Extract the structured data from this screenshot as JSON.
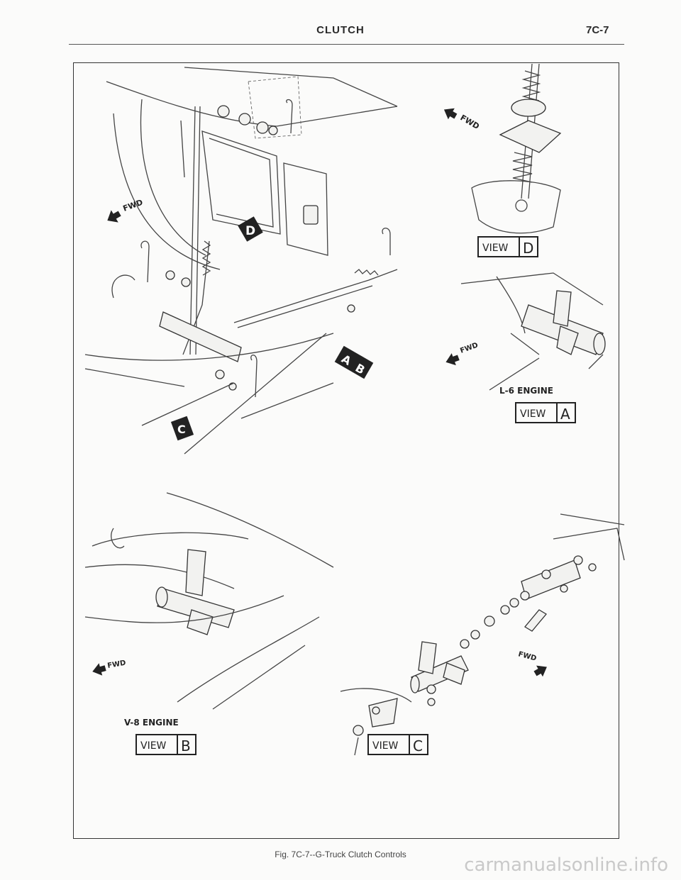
{
  "header": {
    "title": "CLUTCH",
    "page_number": "7C-7"
  },
  "figure": {
    "caption": "Fig. 7C-7--G-Truck Clutch Controls",
    "direction_label": "FWD",
    "engine_labels": {
      "l6": "L-6 ENGINE",
      "v8": "V-8 ENGINE"
    },
    "view_word": "VIEW",
    "views": {
      "a": "A",
      "b": "B",
      "c": "C",
      "d": "D"
    },
    "callouts": {
      "ab_a": "A",
      "ab_b": "B",
      "c": "C",
      "d": "D"
    }
  },
  "watermark": "carmanualsonline.info"
}
